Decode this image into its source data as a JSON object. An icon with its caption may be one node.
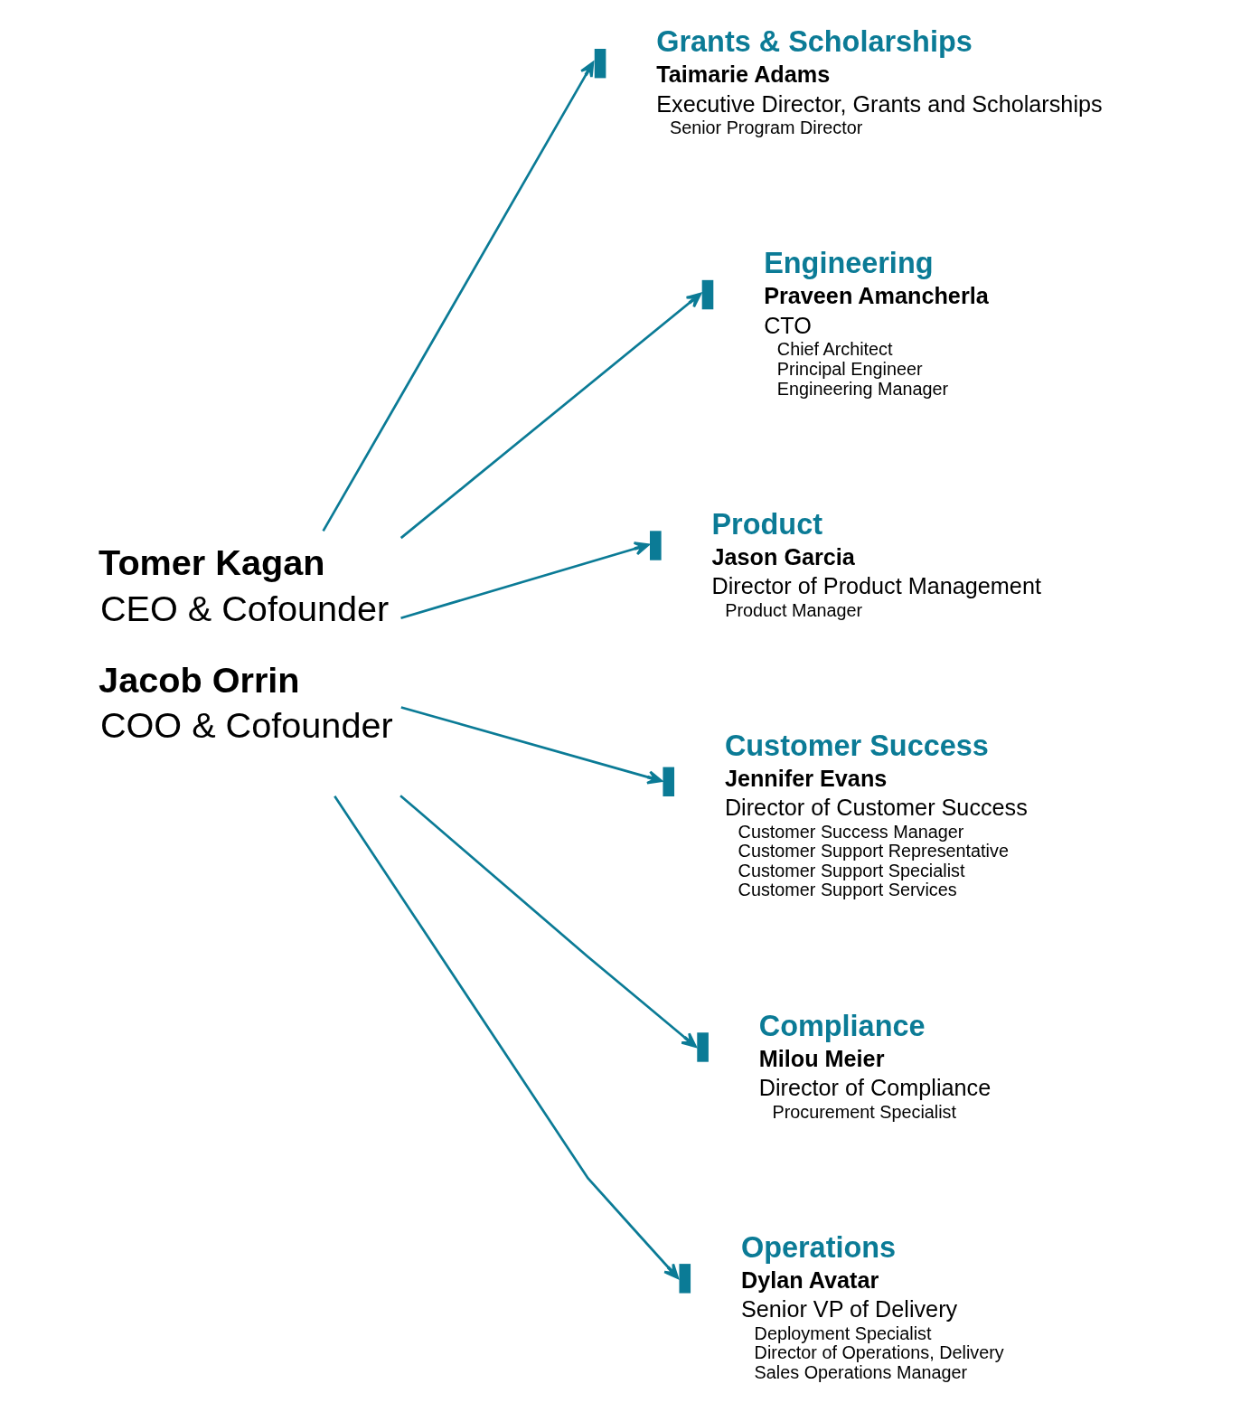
{
  "diagram": {
    "nodes": [
      {
        "text": [
          "Tomer Kagan",
          "CEO & Cofounder",
          "Jacob Orrin",
          "COO & Cofounder"
        ]
      },
      {
        "text": [
          "Grants & Scholarships",
          "Taimarie Adams",
          "Executive Director, Grants and Scholarships",
          "Senior Program Director"
        ]
      },
      {
        "text": [
          "Engineering",
          "Praveen Amancherla",
          "CTO",
          "Chief Architect",
          "Principal Engineer",
          "Engineering Manager"
        ]
      },
      {
        "text": [
          "Product",
          "Jason Garcia",
          "Director of Product Management",
          "Product Manager"
        ]
      },
      {
        "text": [
          "Customer Success",
          "Jennifer Evans",
          "Director of Customer Success",
          "Customer Success Manager",
          "Customer Support Representative",
          "Customer Support Specialist",
          "Customer Support Services"
        ]
      },
      {
        "text": [
          "Compliance",
          "Milou Meier",
          "Director of Compliance",
          "Procurement Specialist"
        ]
      },
      {
        "text": [
          "Operations",
          "Dylan Avatar",
          "Senior VP of Delivery",
          "Deployment Specialist",
          "Director of Operations, Delivery",
          "Sales Operations Manager"
        ]
      }
    ],
    "edges": [
      {
        "from": 0,
        "to": 1,
        "arrow": "to"
      },
      {
        "from": 0,
        "to": 2,
        "arrow": "to"
      },
      {
        "from": 0,
        "to": 3,
        "arrow": "to"
      },
      {
        "from": 0,
        "to": 4,
        "arrow": "to"
      },
      {
        "from": 0,
        "to": 5,
        "arrow": "to"
      },
      {
        "from": 0,
        "to": 6,
        "arrow": "to"
      }
    ]
  }
}
